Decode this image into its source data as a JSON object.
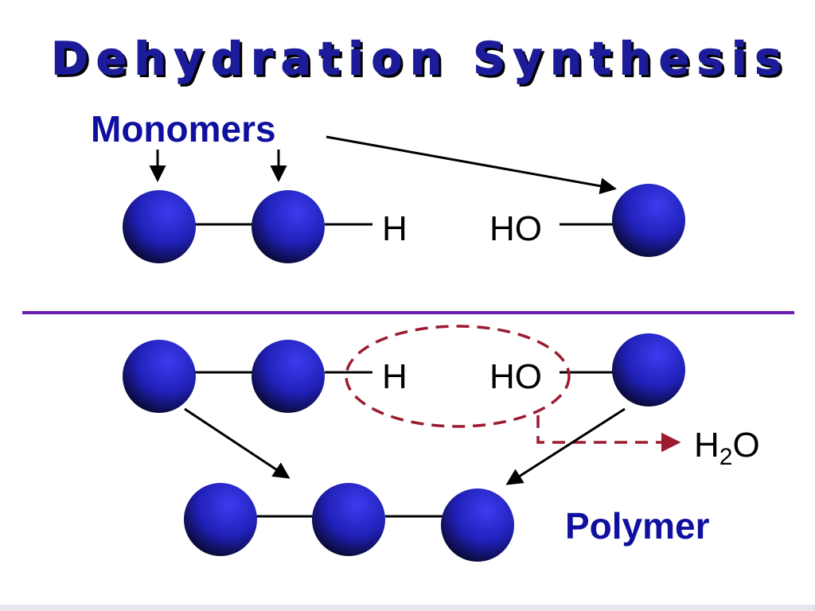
{
  "slide": {
    "title": "Dehydration Synthesis",
    "monomers_label": "Monomers",
    "polymer_label": "Polymer",
    "top_row": {
      "hydrogen": "H",
      "hydroxyl": "HO"
    },
    "middle_row": {
      "hydrogen": "H",
      "hydroxyl": "HO"
    },
    "water": {
      "base": "H",
      "subscript": "2",
      "oxygen": "O"
    }
  },
  "colors": {
    "title": "#1c1c9a",
    "label": "#1010a0",
    "sphere": "#2a2ad0",
    "divider": "#6a1bb0",
    "dashed": "#9b1b30"
  }
}
